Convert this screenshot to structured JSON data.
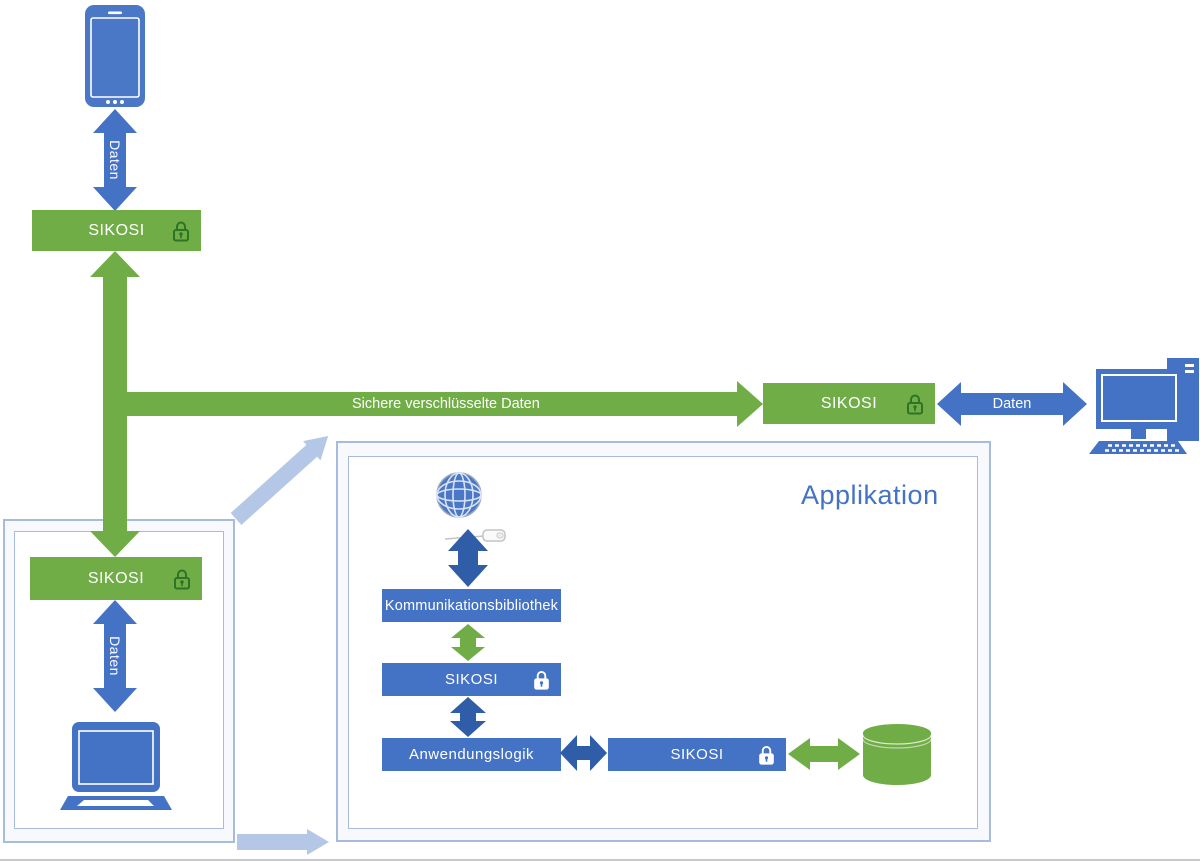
{
  "colors": {
    "blue": "#4472c4",
    "green": "#70ad47",
    "lock_green": "#2e7426",
    "light_blue_arrow": "#b4c7e7",
    "panel_border": "#a7bbdc",
    "title_blue": "#4472c4",
    "white": "#ffffff"
  },
  "icons": {
    "smartphone": "smartphone-icon (svg shape)",
    "desktop_computer": "desktop-computer-icon (svg shape)",
    "laptop": "laptop-icon (svg shape)",
    "globe_network": "globe-network-icon (svg shape)",
    "database": "database-cylinder-icon (svg shape)",
    "lock": "padlock-icon (svg shape)"
  },
  "mobile": {
    "daten": "Daten",
    "sikosi": "SIKOSI"
  },
  "secure_link": {
    "label": "Sichere verschlüsselte Daten"
  },
  "desktop": {
    "sikosi": "SIKOSI",
    "daten": "Daten"
  },
  "laptop": {
    "sikosi": "SIKOSI",
    "daten": "Daten"
  },
  "application": {
    "title": "Applikation",
    "comm_library": "Kommunikationsbibliothek",
    "sikosi_comm": "SIKOSI",
    "app_logic": "Anwendungslogik",
    "sikosi_storage": "SIKOSI"
  }
}
